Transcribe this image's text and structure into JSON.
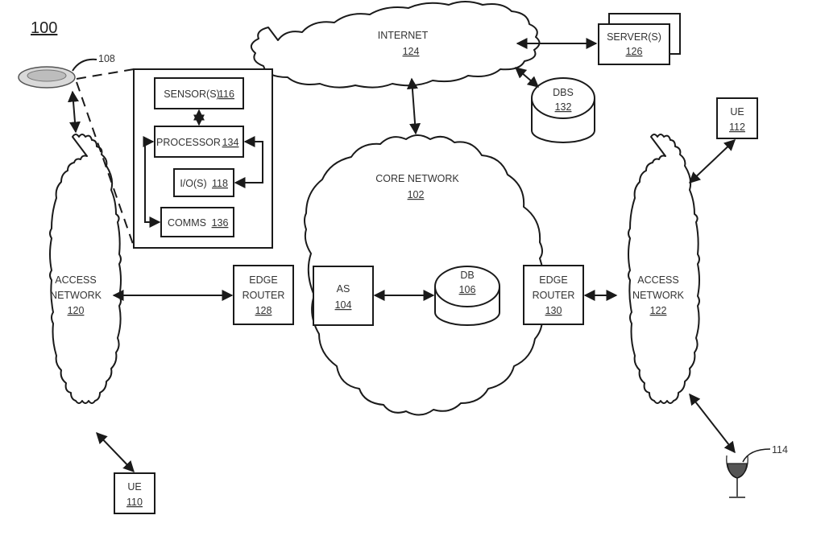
{
  "figure": {
    "number": "100"
  },
  "nodes": {
    "internet": {
      "label": "INTERNET",
      "ref": "124"
    },
    "servers": {
      "label": "SERVER(S)",
      "ref": "126"
    },
    "dbs": {
      "label": "DBS",
      "ref": "132"
    },
    "core_network": {
      "label": "CORE NETWORK",
      "ref": "102"
    },
    "as": {
      "label": "AS",
      "ref": "104"
    },
    "db": {
      "label": "DB",
      "ref": "106"
    },
    "edge_router_left": {
      "label_line1": "EDGE",
      "label_line2": "ROUTER",
      "ref": "128"
    },
    "edge_router_right": {
      "label_line1": "EDGE",
      "label_line2": "ROUTER",
      "ref": "130"
    },
    "access_network_left": {
      "label_line1": "ACCESS",
      "label_line2": "NETWORK",
      "ref": "120"
    },
    "access_network_right": {
      "label_line1": "ACCESS",
      "label_line2": "NETWORK",
      "ref": "122"
    },
    "ue_left": {
      "label": "UE",
      "ref": "110"
    },
    "ue_right": {
      "label": "UE",
      "ref": "112"
    },
    "plate": {
      "ref": "108"
    },
    "glass": {
      "ref": "114"
    },
    "device": {
      "sensors": {
        "label": "SENSOR(S)",
        "ref": "116"
      },
      "processor": {
        "label": "PROCESSOR",
        "ref": "134"
      },
      "io": {
        "label": "I/O(S)",
        "ref": "118"
      },
      "comms": {
        "label": "COMMS",
        "ref": "136"
      }
    }
  },
  "connections": [
    "internet<->servers",
    "internet<->dbs",
    "internet<->core_network",
    "plate<->access_network_left",
    "access_network_left<->edge_router_left",
    "as<->db",
    "edge_router_right<->access_network_right",
    "access_network_right<->ue_right",
    "access_network_left<->ue_left",
    "access_network_right<->glass",
    "sensors<->processor",
    "processor<->io",
    "processor<->comms"
  ]
}
